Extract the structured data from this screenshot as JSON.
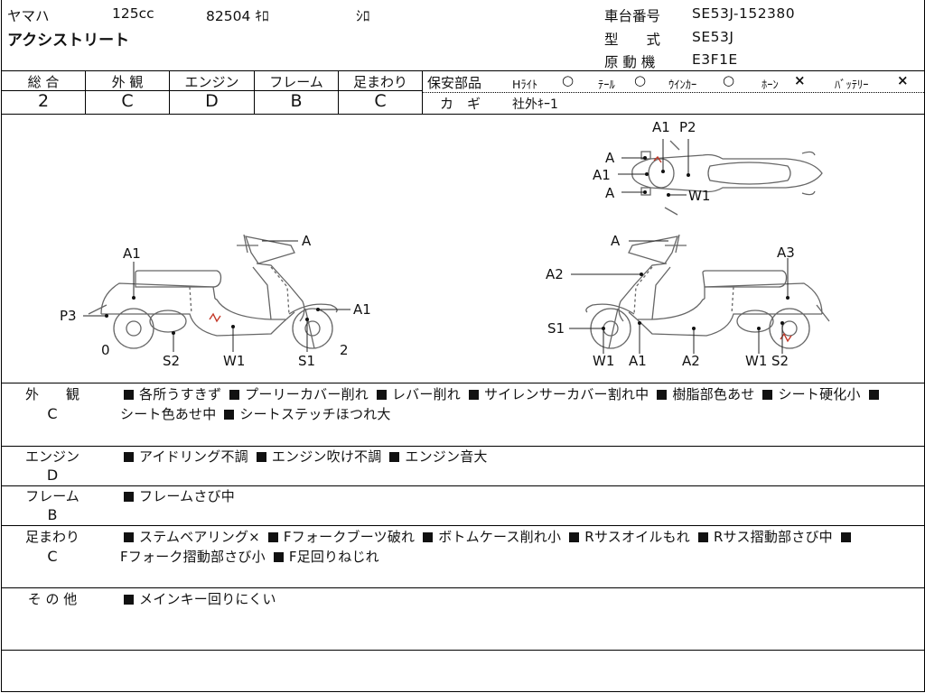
{
  "header": {
    "maker": "ヤマハ",
    "displacement": "125cc",
    "mileage": "82504 ｷﾛ",
    "color": "ｼﾛ",
    "model_name": "アクシストリート",
    "chassis_label": "車台番号",
    "chassis_value": "SE53J-152380",
    "type_label": "型　　式",
    "type_value": "SE53J",
    "engine_label": "原 動 機",
    "engine_value": "E3F1E"
  },
  "grades": [
    {
      "label": "総 合",
      "value": "2"
    },
    {
      "label": "外 観",
      "value": "C"
    },
    {
      "label": "エンジン",
      "value": "D"
    },
    {
      "label": "フレーム",
      "value": "B"
    },
    {
      "label": "足まわり",
      "value": "C"
    }
  ],
  "safety": {
    "label": "保安部品",
    "items": [
      {
        "name": "Hﾗｲﾄ",
        "mark": "○"
      },
      {
        "name": "ﾃｰﾙ",
        "mark": "○"
      },
      {
        "name": "ｳｲﾝｶｰ",
        "mark": "○"
      },
      {
        "name": "ﾎｰﾝ",
        "mark": "×"
      },
      {
        "name": "ﾊﾞｯﾃﾘｰ",
        "mark": "×"
      }
    ],
    "key_label": "カ　ギ",
    "key_value": "社外ｷｰ1"
  },
  "diagram": {
    "left_labels": [
      "A1",
      "A",
      "A1",
      "P3",
      "0",
      "S2",
      "W1",
      "S1",
      "2"
    ],
    "right_labels": [
      "A",
      "A3",
      "A2",
      "S1",
      "W1",
      "A1",
      "A2",
      "W1",
      "S2"
    ],
    "top_labels": [
      "A1",
      "P2",
      "A",
      "A1",
      "A",
      "W1"
    ]
  },
  "sections": [
    {
      "label": "外　　観",
      "grade": "C",
      "items": [
        "各所うすきず",
        "プーリーカバー削れ",
        "レバー削れ",
        "サイレンサーカバー割れ中",
        "樹脂部色あせ",
        "シート硬化小",
        "シート色あせ中",
        "シートステッチほつれ大"
      ]
    },
    {
      "label": "エンジン",
      "grade": "D",
      "items": [
        "アイドリング不調",
        "エンジン吹け不調",
        "エンジン音大"
      ]
    },
    {
      "label": "フレーム",
      "grade": "B",
      "items": [
        "フレームさび中"
      ]
    },
    {
      "label": "足まわり",
      "grade": "C",
      "items": [
        "ステムベアリング×",
        "Fフォークブーツ破れ",
        "ボトムケース削れ小",
        "Rサスオイルもれ",
        "Rサス摺動部さび中",
        "Fフォーク摺動部さび小",
        "F足回りねじれ"
      ]
    },
    {
      "label": "そ の 他",
      "grade": "",
      "items": [
        "メインキー回りにくい"
      ]
    }
  ]
}
